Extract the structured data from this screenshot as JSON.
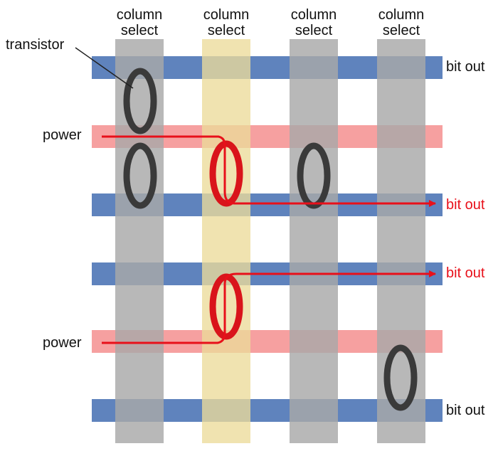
{
  "colors": {
    "bit_line": "#5f83bd",
    "power_line": "#f6a0a0",
    "column_inactive": "#b2b2b2",
    "column_active": "#ecdfab",
    "transistor_idle": "#3a3a3a",
    "transistor_active": "#d9141b",
    "current_path": "#e8101a"
  },
  "columns": [
    {
      "line1": "column",
      "line2": "select",
      "active": false
    },
    {
      "line1": "column",
      "line2": "select",
      "active": true
    },
    {
      "line1": "column",
      "line2": "select",
      "active": false
    },
    {
      "line1": "column",
      "line2": "select",
      "active": false
    }
  ],
  "labels": {
    "transistor": "transistor",
    "power_top": "power",
    "power_bottom": "power",
    "bit_out_1": "bit out",
    "bit_out_2": "bit out",
    "bit_out_3": "bit out",
    "bit_out_4": "bit out"
  }
}
